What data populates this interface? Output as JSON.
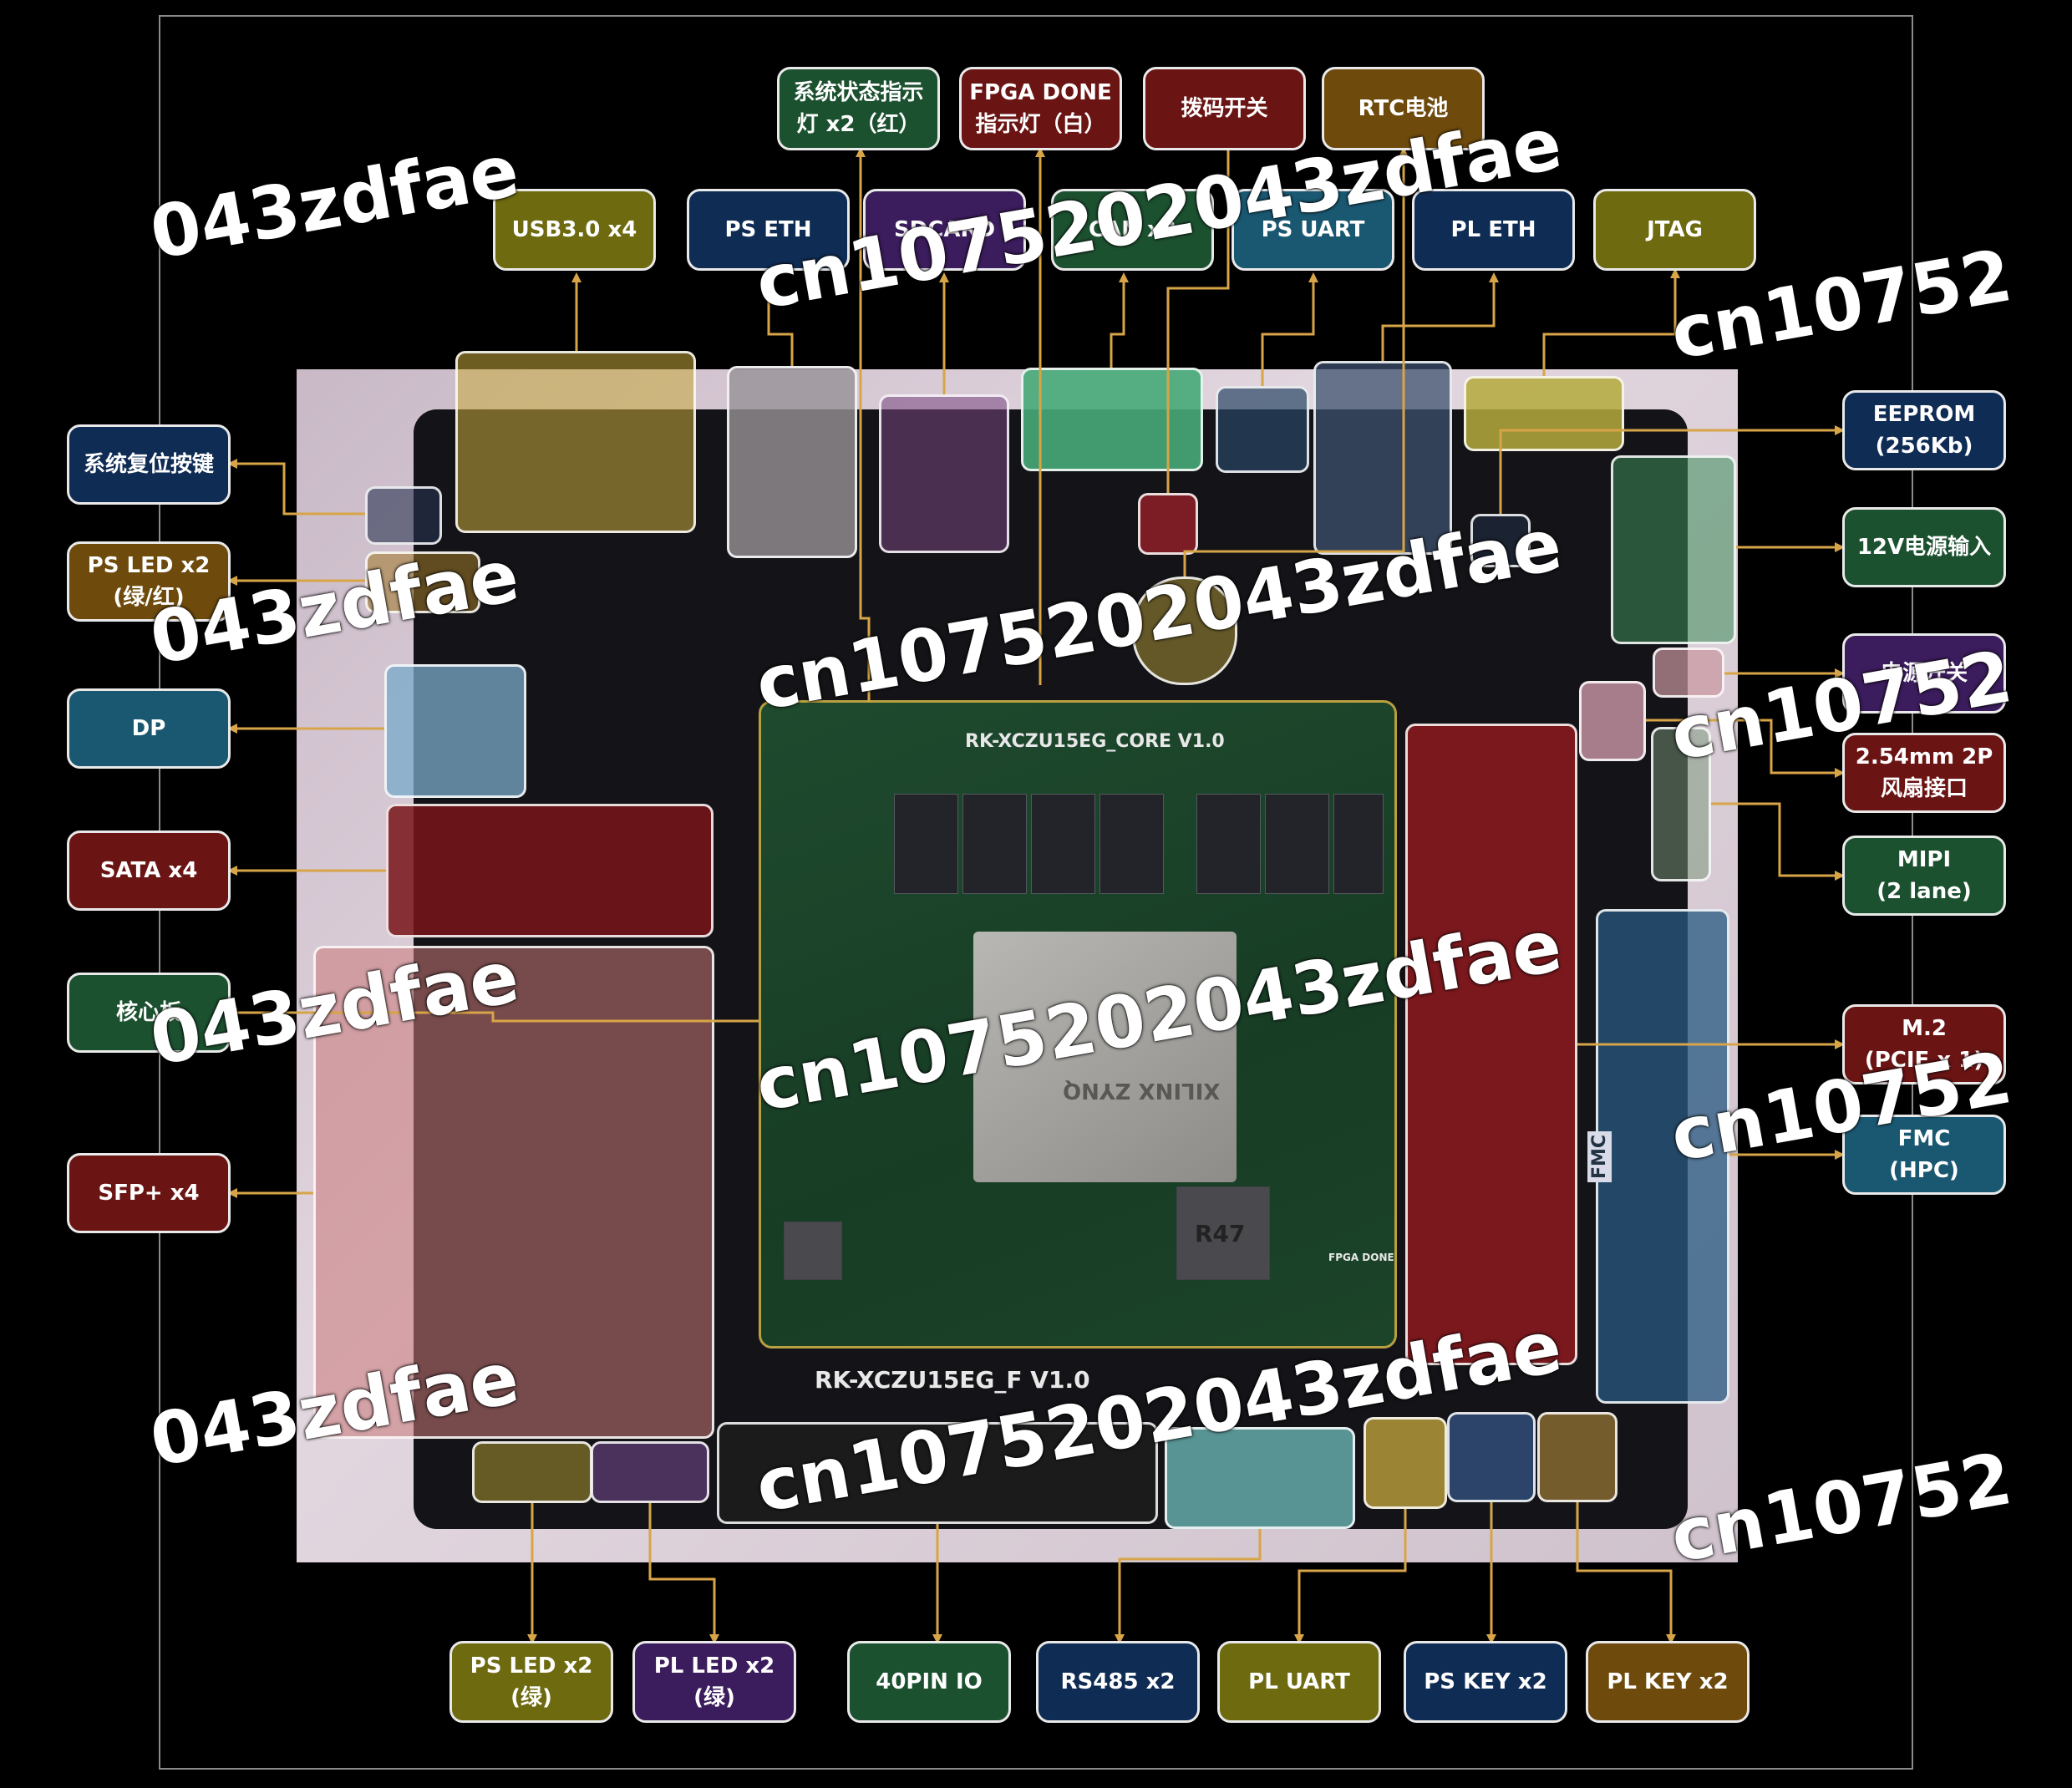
{
  "colors": {
    "olive": "#6e6a10",
    "navy": "#0f2c54",
    "purple": "#3b1c5c",
    "green": "#1c5130",
    "teal": "#1a5872",
    "maroon": "#6b1414",
    "bronze": "#6e4a0c",
    "line": "#d7a548",
    "board_green": "#1f4a2e"
  },
  "labels": {
    "sys_status_led": "系统状态指示\n灯 x2（红）",
    "fpga_done_led": "FPGA DONE\n指示灯（白）",
    "dip_switch": "拨码开关",
    "rtc_battery": "RTC电池",
    "usb30": "USB3.0 x4",
    "ps_eth": "PS ETH",
    "sdcard": "SDCARD",
    "can": "CAN x2",
    "ps_uart": "PS UART",
    "pl_eth": "PL ETH",
    "jtag": "JTAG",
    "reset_key": "系统复位按键",
    "ps_led_green_red": "PS LED x2\n(绿/红)",
    "dp": "DP",
    "sata": "SATA x4",
    "core_board": "核心板",
    "sfp": "SFP+ x4",
    "eeprom": "EEPROM\n(256Kb)",
    "power_12v": "12V电源输入",
    "power_switch": "电源开关",
    "fan_header": "2.54mm 2P\n风扇接口",
    "mipi": "MIPI\n(2 lane)",
    "m2": "M.2\n(PCIE x 1)",
    "fmc": "FMC\n(HPC)",
    "ps_led_green": "PS LED x2\n(绿)",
    "pl_led_green": "PL LED x2\n(绿)",
    "io_40pin": "40PIN IO",
    "rs485": "RS485 x2",
    "pl_uart": "PL UART",
    "ps_key": "PS KEY x2",
    "pl_key": "PL KEY x2"
  },
  "board": {
    "core_title": "RK-XCZU15EG_CORE V1.0",
    "carrier_title": "RK-XCZU15EG_F V1.0",
    "fmc_silk": "FMC",
    "fpga_done_silk": "FPGA DONE",
    "soc_marking": "XILINX ZYNQ",
    "inductor_marking": "R47"
  },
  "watermarks": {
    "short": "043zdfae",
    "long": "cn1075202043zdfae",
    "edge": "cn10752"
  }
}
